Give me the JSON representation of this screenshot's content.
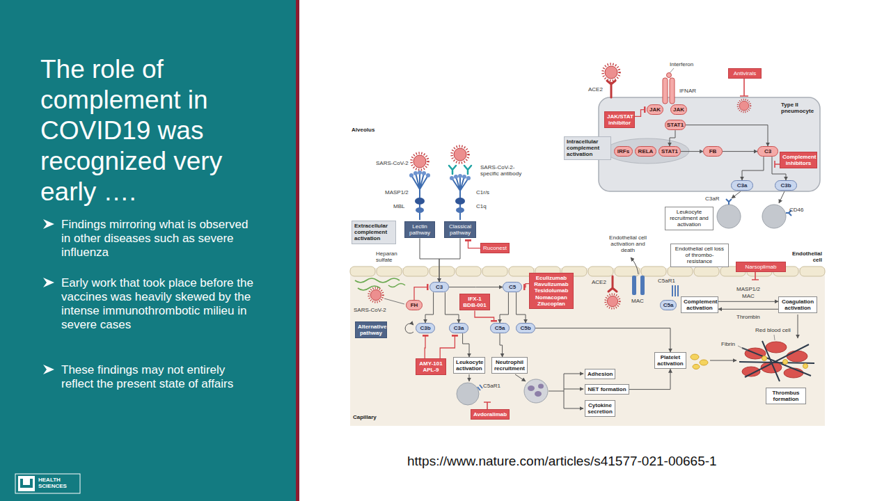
{
  "diagram": {
    "title": "The role of complement in COVID19 was recognized very early ….",
    "nodes": [
      {
        "text": [
          "Antivirals"
        ]
      },
      {
        "text": [
          "Type II pneumocyte"
        ]
      },
      {
        "text": [
          "JAK"
        ],
        "in": 1
      },
      {
        "text": [
          "JAK"
        ],
        "in": 1
      },
      {
        "text": [
          "JAK/STAT inhibitor"
        ],
        "in": 1
      },
      {
        "text": [
          "STAT1"
        ],
        "in": 1
      },
      {
        "text": [
          "Intracellular complement activation"
        ]
      },
      {
        "text": [
          "IRFs"
        ],
        "in": 1
      },
      {
        "text": [
          "RELA"
        ],
        "in": 1
      },
      {
        "text": [
          "STAT1"
        ],
        "in": 1
      },
      {
        "text": [
          "FB"
        ],
        "in": 1
      },
      {
        "text": [
          "C3"
        ],
        "in": 1
      },
      {
        "text": [
          "Complement inhibitors"
        ],
        "in": 1
      },
      {
        "text": [
          "C3a"
        ],
        "in": 1
      },
      {
        "text": [
          "C3b"
        ],
        "in": 1
      },
      {
        "text": [
          "Leukocyte recruitment and activation"
        ]
      },
      {
        "text": [
          "Extracellular complement activation"
        ]
      },
      {
        "text": [
          "Lectin pathway"
        ]
      },
      {
        "text": [
          "Classical pathway"
        ]
      },
      {
        "text": [
          "Ruconest"
        ]
      },
      {
        "text": [
          "Endothelial cell loss of thrombo-resistance"
        ]
      },
      {
        "text": [
          "Narsoplimab"
        ]
      },
      {
        "text": [
          "Capillary"
        ]
      },
      {
        "text": [
          "C3"
        ],
        "in": 22
      },
      {
        "text": [
          "C5"
        ],
        "in": 22
      },
      {
        "text": [
          "Eculizumab Ravulizumab Tesidolumab Nomacopan Zilucoplan"
        ],
        "in": 22
      },
      {
        "text": [
          "FH"
        ],
        "in": 22
      },
      {
        "text": [
          "IFX-1 BDB-001"
        ],
        "in": 22
      },
      {
        "text": [
          "Complement activation"
        ],
        "in": 22
      },
      {
        "text": [
          "C5a"
        ],
        "in": 22
      },
      {
        "text": [
          "Coagulation activation"
        ],
        "in": 22
      },
      {
        "text": [
          "Alternative pathway"
        ],
        "in": 22
      },
      {
        "text": [
          "C3b"
        ],
        "in": 22
      },
      {
        "text": [
          "C3a"
        ],
        "in": 22
      },
      {
        "text": [
          "C5a"
        ],
        "in": 22
      },
      {
        "text": [
          "C5b"
        ],
        "in": 22
      },
      {
        "text": [
          "Platelet activation"
        ],
        "in": 22
      },
      {
        "text": [
          "AMY-101 APL-9"
        ],
        "in": 22
      },
      {
        "text": [
          "Leukocyte activation"
        ],
        "in": 22
      },
      {
        "text": [
          "Neutrophil recruitment"
        ],
        "in": 22
      },
      {
        "text": [
          "Adhesion"
        ],
        "in": 22
      },
      {
        "text": [
          "NET formation"
        ],
        "in": 22
      },
      {
        "text": [
          "Thrombus formation"
        ],
        "in": 22
      },
      {
        "text": [
          "Cytokine secretion"
        ],
        "in": 22
      },
      {
        "text": [
          "Avdoralimab"
        ],
        "in": 22
      }
    ],
    "edges": [
      {
        "from": 17,
        "to": 23,
        "arrow": "to"
      },
      {
        "from": 18,
        "to": 23,
        "arrow": "to"
      },
      {
        "from": 19,
        "to": 18,
        "arrow": "to"
      },
      {
        "from": 23,
        "to": 24,
        "arrow": "to"
      },
      {
        "from": 23,
        "to": 32,
        "arrow": "to"
      },
      {
        "from": 23,
        "to": 33,
        "arrow": "to"
      },
      {
        "from": 24,
        "to": 34,
        "arrow": "to"
      },
      {
        "from": 24,
        "to": 35,
        "arrow": "to"
      },
      {
        "from": 25,
        "to": 24,
        "arrow": "to"
      },
      {
        "from": 27,
        "to": 34,
        "arrow": "to"
      },
      {
        "from": 26,
        "to": 23,
        "arrow": "to"
      },
      {
        "from": 37,
        "to": 32,
        "arrow": "to"
      },
      {
        "from": 37,
        "to": 33,
        "arrow": "to"
      },
      {
        "from": 33,
        "to": 38,
        "arrow": "to"
      },
      {
        "from": 34,
        "to": 39,
        "arrow": "to"
      },
      {
        "from": 35,
        "to": 36,
        "arrow": "to"
      },
      {
        "from": 41,
        "to": 36,
        "arrow": "to"
      },
      {
        "from": 28,
        "to": 30,
        "label": "MASP1/2 MAC",
        "arrow": "to"
      },
      {
        "from": 30,
        "to": 28,
        "label": "Thrombin",
        "arrow": "to"
      },
      {
        "from": 4,
        "to": 2,
        "arrow": "to"
      },
      {
        "from": 5,
        "to": 11,
        "arrow": "to"
      },
      {
        "from": 9,
        "to": 10,
        "arrow": "to"
      },
      {
        "from": 10,
        "to": 11,
        "arrow": "to"
      },
      {
        "from": 11,
        "to": 13,
        "arrow": "to"
      },
      {
        "from": 11,
        "to": 14,
        "arrow": "to"
      },
      {
        "from": 5,
        "to": 9,
        "arrow": "to"
      }
    ],
    "labels": [
      "Findings mirroring what is observed in other diseases such as severe influenza",
      "Early work that took place before the vaccines was heavily skewed by the intense immunothrombotic milieu in severe cases",
      "These findings may not entirely reflect the present state of affairs",
      "Interferon",
      "ACE2",
      "IFNAR",
      "Alveolus",
      "SARS-CoV-2",
      "SARS-CoV-2-specific antibody",
      "MASP1/2",
      "MBL",
      "C1r/s",
      "C1q",
      "C3aR",
      "CD46",
      "Heparan sulfate",
      "Endothelial cell activation and death",
      "Endothelial cell",
      "ACE2",
      "C5aR1",
      "MAC",
      "SARS-CoV-2",
      "Red blood cell",
      "Fibrin",
      "C5aR1",
      "https://www.nature.com/articles/s41577-021-00665-1",
      "HEALTH SCIENCES"
    ]
  }
}
